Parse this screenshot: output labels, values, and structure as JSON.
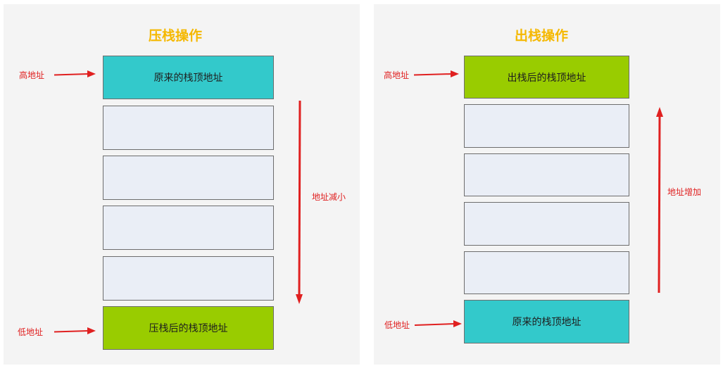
{
  "left": {
    "title": "压栈操作",
    "top_box": "原来的栈顶地址",
    "middle_boxes": [
      "",
      "",
      "",
      ""
    ],
    "bottom_box": "压栈后的栈顶地址",
    "high_label": "高地址",
    "low_label": "低地址",
    "direction_label": "地址减小"
  },
  "right": {
    "title": "出栈操作",
    "top_box": "出栈后的栈顶地址",
    "middle_boxes": [
      "",
      "",
      "",
      ""
    ],
    "bottom_box": "原来的栈顶地址",
    "high_label": "高地址",
    "low_label": "低地址",
    "direction_label": "地址增加"
  },
  "colors": {
    "title": "#f5b800",
    "teal": "#33c9cb",
    "green": "#99cc00",
    "empty_slot": "#eaeef6",
    "arrow": "#e02020",
    "panel_bg": "#f4f4f4"
  }
}
